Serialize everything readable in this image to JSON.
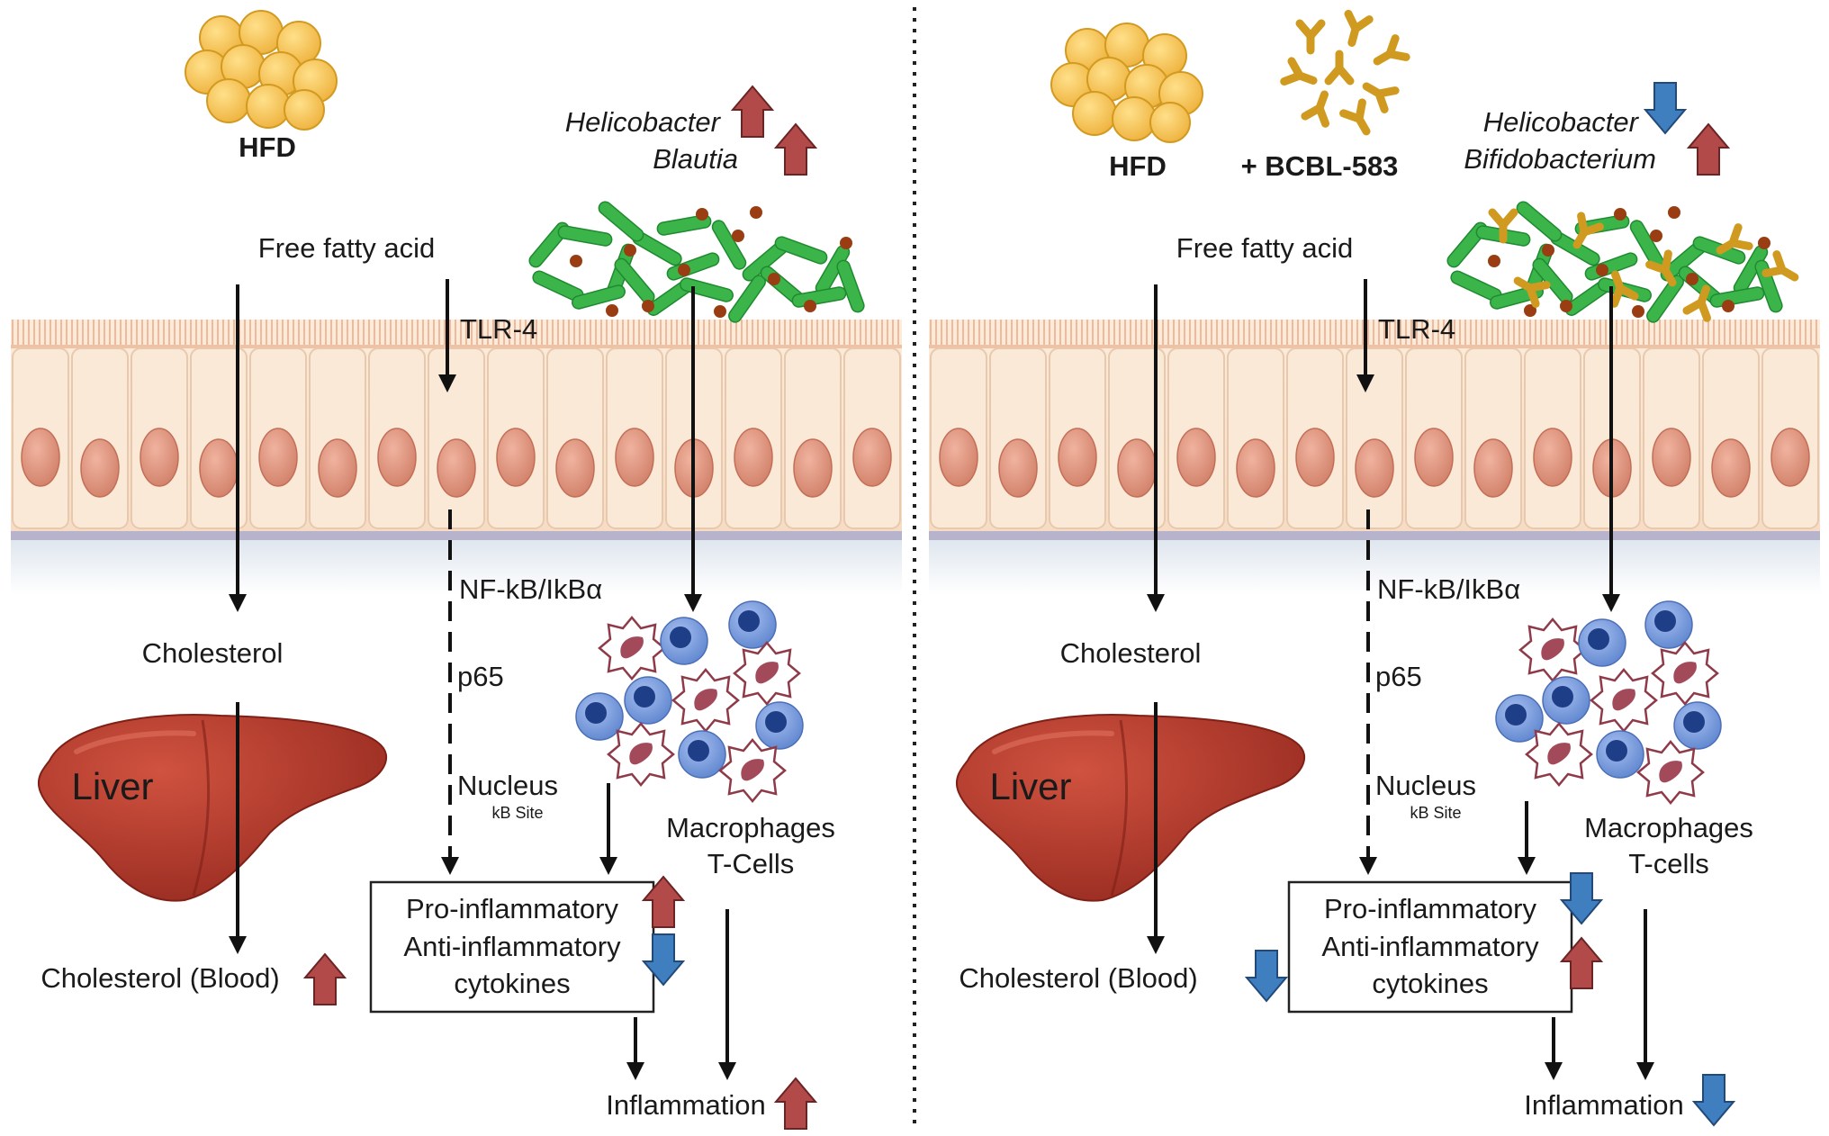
{
  "colors": {
    "up_arrow": "#b24a4a",
    "down_arrow": "#3f7fc0",
    "fat": "#f2bd4c",
    "fat_edge": "#d39a1f",
    "antibody": "#cf9a1f",
    "bacteria": "#3bb54a",
    "cell_body": "#f9e2cf",
    "nucleus": "#d98a72",
    "liver": "#b53a2c",
    "t_cell": "#6f93d6",
    "macrophage": "#a34a5a",
    "membrane": "#b7b3cc"
  },
  "panels": [
    {
      "id": "hfd",
      "icons": [
        "fat-droplet-cluster-icon"
      ],
      "treatment_label": "HFD",
      "treatment_extra": "",
      "bacteria_1": "Helicobacter",
      "bacteria_1_change": "up",
      "bacteria_2": "Blautia",
      "bacteria_2_change": "up",
      "free_fatty_acid": "Free fatty acid",
      "tlr": "TLR-4",
      "nfkb": "NF-kB/IkBα",
      "p65": "p65",
      "nucleus": "Nucleus",
      "kb_site": "kB Site",
      "cholesterol": "Cholesterol",
      "liver": "Liver",
      "cholesterol_blood": "Cholesterol (Blood)",
      "cholesterol_blood_change": "up",
      "macrophages": "Macrophages",
      "tcells": "T-Cells",
      "box_line_1": "Pro-inflammatory",
      "box_line_1_change": "up",
      "box_line_2": "Anti-inflammatory",
      "box_line_2_change": "down",
      "box_line_3": "cytokines",
      "inflammation": "Inflammation",
      "inflammation_change": "up"
    },
    {
      "id": "hfd-bcbl583",
      "icons": [
        "fat-droplet-cluster-icon",
        "antibody-cluster-icon"
      ],
      "treatment_label": "HFD",
      "treatment_extra": "+ BCBL-583",
      "bacteria_1": "Helicobacter",
      "bacteria_1_change": "down",
      "bacteria_2": "Bifidobacterium",
      "bacteria_2_change": "up",
      "free_fatty_acid": "Free fatty acid",
      "tlr": "TLR-4",
      "nfkb": "NF-kB/IkBα",
      "p65": "p65",
      "nucleus": "Nucleus",
      "kb_site": "kB Site",
      "cholesterol": "Cholesterol",
      "liver": "Liver",
      "cholesterol_blood": "Cholesterol (Blood)",
      "cholesterol_blood_change": "down",
      "macrophages": "Macrophages",
      "tcells": "T-cells",
      "box_line_1": "Pro-inflammatory",
      "box_line_1_change": "down",
      "box_line_2": "Anti-inflammatory",
      "box_line_2_change": "up",
      "box_line_3": "cytokines",
      "inflammation": "Inflammation",
      "inflammation_change": "down"
    }
  ]
}
